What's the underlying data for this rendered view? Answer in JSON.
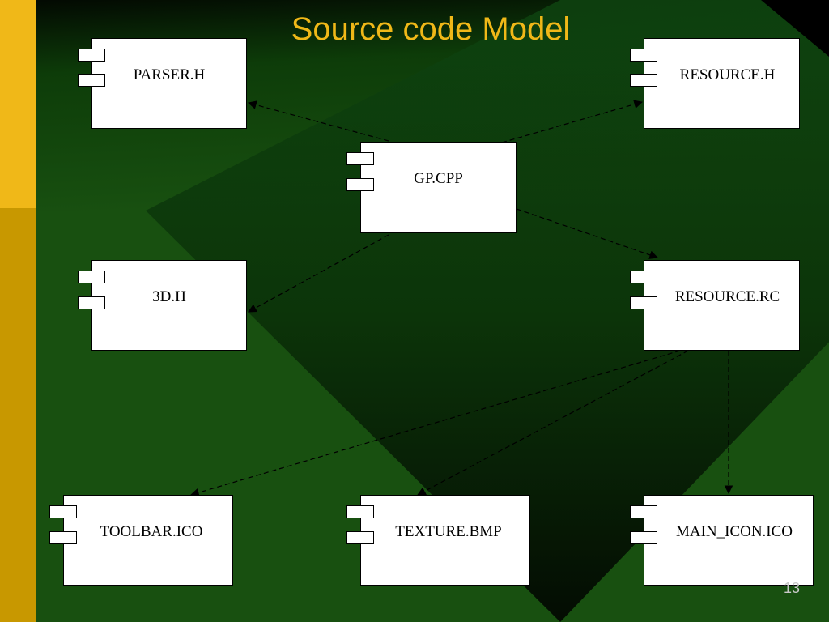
{
  "slide": {
    "title": "Source code Model",
    "page_number": "13"
  },
  "components": {
    "parser_h": "PARSER.H",
    "resource_h": "RESOURCE.H",
    "gp_cpp": "GP.CPP",
    "three_d_h": "3D.H",
    "resource_rc": "RESOURCE.RC",
    "toolbar_ico": "TOOLBAR.ICO",
    "texture_bmp": "TEXTURE.BMP",
    "main_icon_ico": "MAIN_ICON.ICO"
  },
  "colors": {
    "title": "#f0b818",
    "left_bar_top": "#f0b818",
    "left_bar_bottom": "#c89800",
    "background": "#185010",
    "diamond": "#0a3008"
  }
}
